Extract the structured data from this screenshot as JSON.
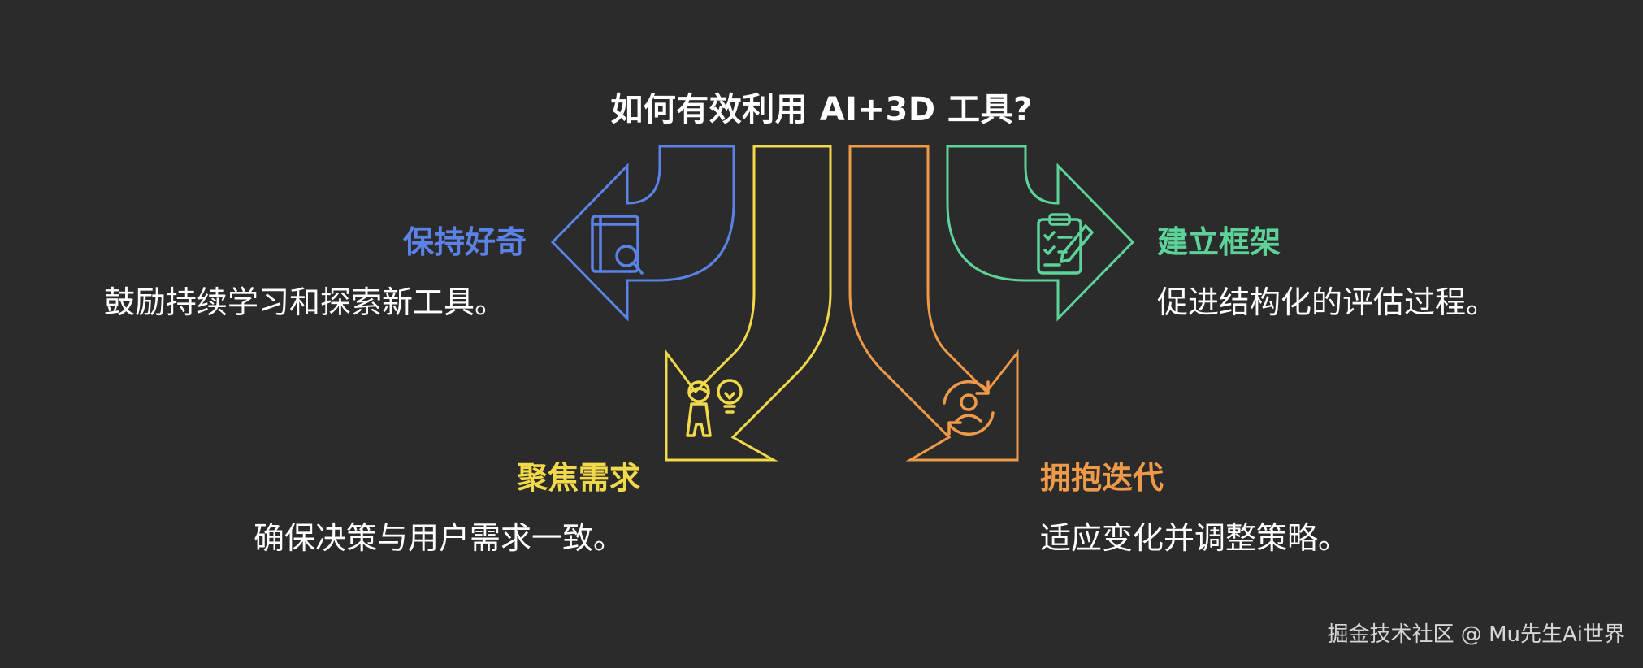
{
  "title": "如何有效利用 AI+3D 工具?",
  "items": [
    {
      "label": "保持好奇",
      "description": "鼓励持续学习和探索新工具。",
      "color": "#5b82e6",
      "icon": "book-search-icon"
    },
    {
      "label": "聚焦需求",
      "description": "确保决策与用户需求一致。",
      "color": "#f1d94a",
      "icon": "person-lightbulb-icon"
    },
    {
      "label": "拥抱迭代",
      "description": "适应变化并调整策略。",
      "color": "#ee9a48",
      "icon": "user-cycle-icon"
    },
    {
      "label": "建立框架",
      "description": "促进结构化的评估过程。",
      "color": "#5dd39a",
      "icon": "clipboard-pencil-icon"
    }
  ],
  "watermark": "掘金技术社区 @ Mu先生Ai世界"
}
